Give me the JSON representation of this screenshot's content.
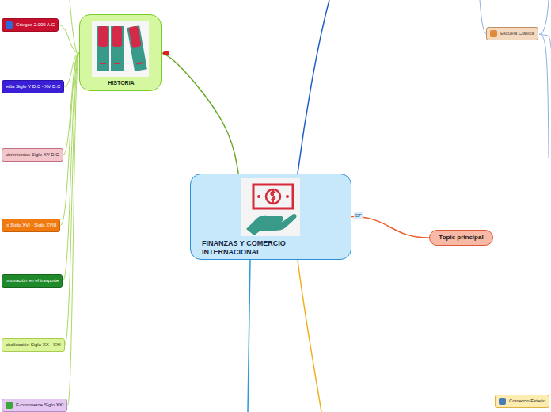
{
  "diagram": {
    "nodes": [
      {
        "text": [
          "FINANZAS Y COMERCIO INTERNACIONAL"
        ]
      },
      {
        "text": [
          "Topic principal"
        ]
      },
      {
        "text": [
          "HISTORIA"
        ]
      },
      {
        "text": [
          "Griegos 2.000 A.C"
        ]
      },
      {
        "text": [
          "edia Siglo V D.C - XV D.C"
        ]
      },
      {
        "text": [
          "ubrimientos Siglo XV D.C"
        ]
      },
      {
        "text": [
          "ni Siglo XVI - Siglo XVIII"
        ]
      },
      {
        "text": [
          "nnovación en el trasporte"
        ]
      },
      {
        "text": [
          "obalización Siglo XX - XXI"
        ]
      },
      {
        "text": [
          "E-commerce Siglo XXI"
        ]
      },
      {
        "text": [
          "Escuela Clásica"
        ]
      },
      {
        "text": [
          "Comercio Exterio"
        ]
      }
    ],
    "edges": [
      {
        "from": 0,
        "to": 2,
        "arrow": "none"
      },
      {
        "from": 0,
        "to": 1,
        "arrow": "none"
      },
      {
        "from": 2,
        "to": 3,
        "arrow": "none"
      },
      {
        "from": 2,
        "to": 4,
        "arrow": "none"
      },
      {
        "from": 2,
        "to": 5,
        "arrow": "none"
      },
      {
        "from": 2,
        "to": 6,
        "arrow": "none"
      },
      {
        "from": 2,
        "to": 7,
        "arrow": "none"
      },
      {
        "from": 2,
        "to": 8,
        "arrow": "none"
      },
      {
        "from": 2,
        "to": 9,
        "arrow": "none"
      }
    ],
    "labels": [
      "DF"
    ]
  }
}
